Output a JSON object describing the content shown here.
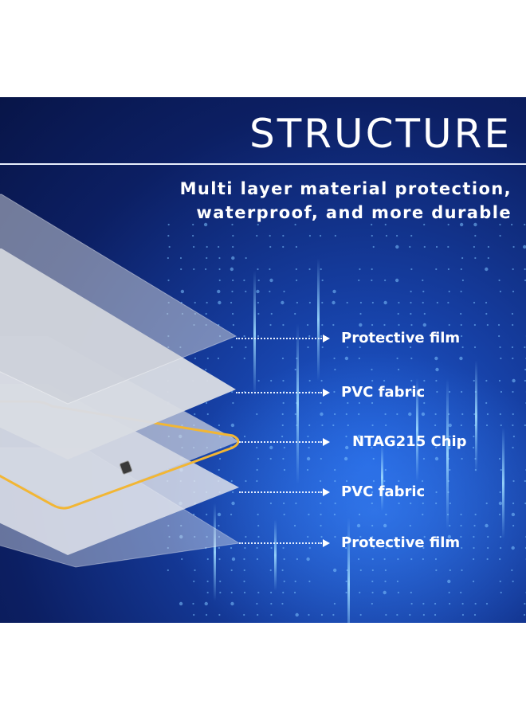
{
  "header": {
    "title": "STRUCTURE",
    "subtitle_line1": "Multi layer material protection,",
    "subtitle_line2": "waterproof, and more durable"
  },
  "layers": [
    {
      "label": "Protective film"
    },
    {
      "label": "PVC fabric"
    },
    {
      "label": "NTAG215 Chip"
    },
    {
      "label": "PVC fabric"
    },
    {
      "label": "Protective film"
    }
  ],
  "colors": {
    "background": "#0c1f63",
    "accent_blue": "#2f7bff",
    "antenna": "#f2b634",
    "text": "#ffffff"
  }
}
